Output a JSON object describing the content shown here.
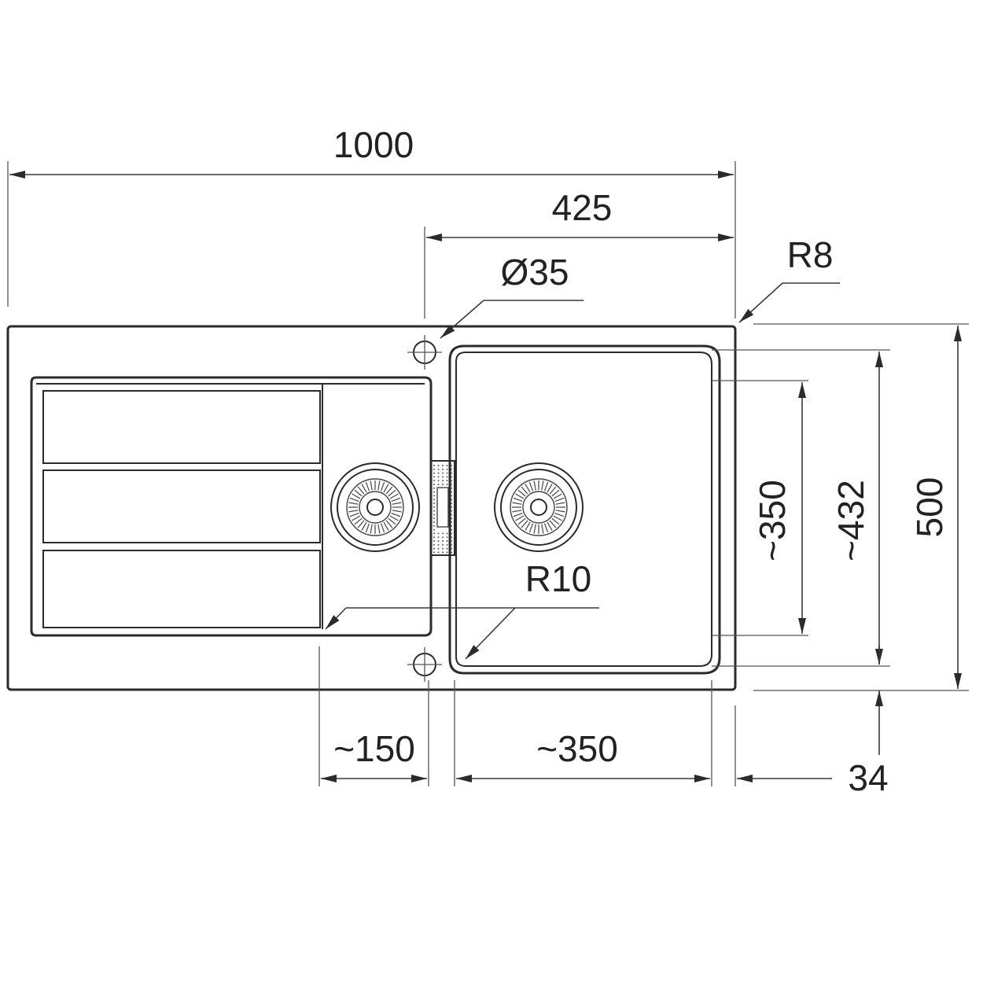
{
  "dimensions": {
    "overall_width": "1000",
    "bowl_offset": "425",
    "tap_hole": "Ø35",
    "corner_radius_outer": "R8",
    "inner_radius": "R10",
    "bowl_height_inner": "~350",
    "bowl_height_outer": "~432",
    "overall_depth": "500",
    "drainer_bowl_width": "~150",
    "main_bowl_width": "~350",
    "rim_offset": "34"
  },
  "colors": {
    "line": "#2b2b2b",
    "background": "#ffffff"
  },
  "icons": {
    "strainer": "strainer-waste-icon",
    "tap_hole": "tap-hole-marker-icon",
    "overflow": "overflow-grille-icon"
  }
}
